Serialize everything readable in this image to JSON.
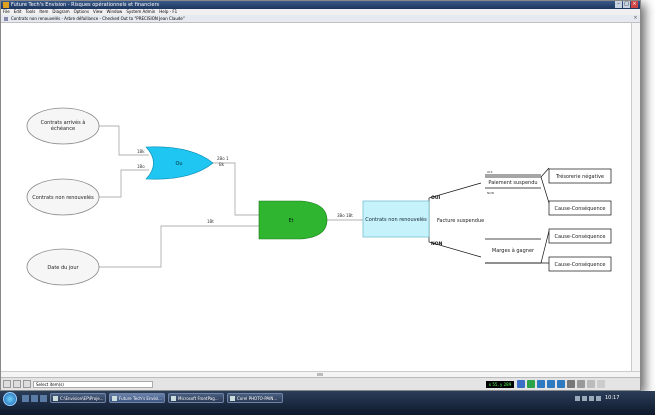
{
  "window": {
    "title": "Future Tech's Envision - Risques opérationnels et financiers",
    "doc_tab": "Contrats non renouvelés - Arbre défaillance - Checked Out to \"PRECISION Jean Claude\"",
    "status_text": "Select item(s)",
    "coords": "x 55, y 289"
  },
  "menu": [
    "File",
    "Edit",
    "Tools",
    "Item",
    "Diagram",
    "Options",
    "View",
    "Window",
    "System Admin",
    "Help - F1"
  ],
  "diagram": {
    "events": {
      "contrats_arrives": [
        "Contrats arrivés à",
        "échéance"
      ],
      "contrats_non_renouveles": "Contrats non renouvelés",
      "date_du_jour": "Date du jour"
    },
    "gates": {
      "ou": "Ou",
      "et": "Et"
    },
    "edges": {
      "e1": "1Bk",
      "e2": "1Bo",
      "e3a": "2Bo 1",
      "e3b": "Bk",
      "e4": "1Bt",
      "e5": "3Bo 1Bt"
    },
    "result_box": "Contrats non renouvelés",
    "branch": {
      "oui": "OUI",
      "non": "NON",
      "middle_label": "Facture suspendue",
      "paiement": "Paiement suspendu",
      "marges": "Marges à gagner",
      "tresorerie": "Trésorerie négative",
      "cause1": "Cause-Conséquence",
      "cause2": "Cause-Conséquence",
      "cause3": "Cause-Conséquence",
      "oui_small": "OUI",
      "non_small": "NON"
    }
  },
  "taskbar": {
    "tasks": [
      "C:\\Envision\\EP\\Proje...",
      "Future Tech's Envisi...",
      "Microsoft FrontPag...",
      "Corel PHOTO-PAIN..."
    ],
    "clock": "10:17"
  },
  "colors": {
    "ou_gate": "#1fc6f2",
    "et_gate": "#2fb52f",
    "result_box": "#c6f3fb"
  }
}
